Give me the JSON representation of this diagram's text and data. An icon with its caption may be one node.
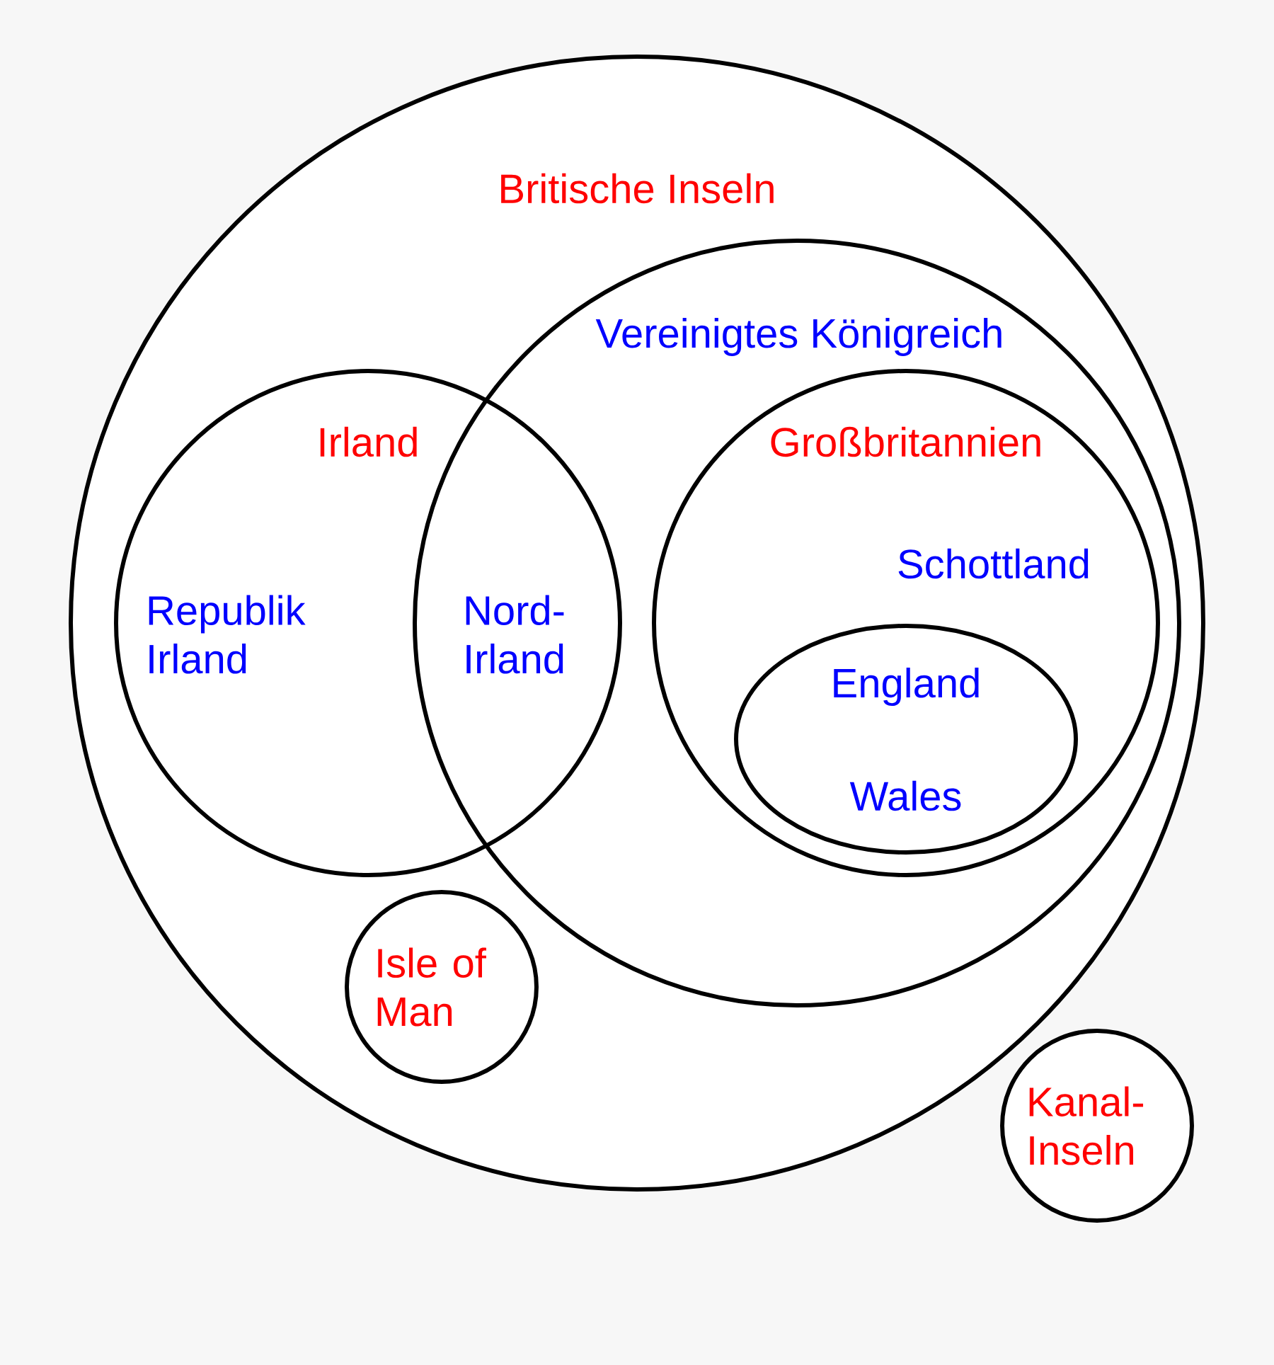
{
  "diagram": {
    "nodes": [
      {
        "text": [
          "Britische Inseln"
        ]
      },
      {
        "text": [
          "Vereinigtes Königreich"
        ],
        "in": 0
      },
      {
        "text": [
          "Irland",
          "Republik Irland"
        ],
        "in": 0
      },
      {
        "text": [
          "Großbritannien",
          "Schottland"
        ],
        "in": 1
      },
      {
        "text": [
          "England",
          "Wales"
        ],
        "in": 3
      },
      {
        "text": [
          "Isle of Man"
        ],
        "in": 0
      },
      {
        "text": [
          "Kanal-Inseln"
        ]
      }
    ],
    "labels": [
      "Nord-Irland"
    ]
  }
}
